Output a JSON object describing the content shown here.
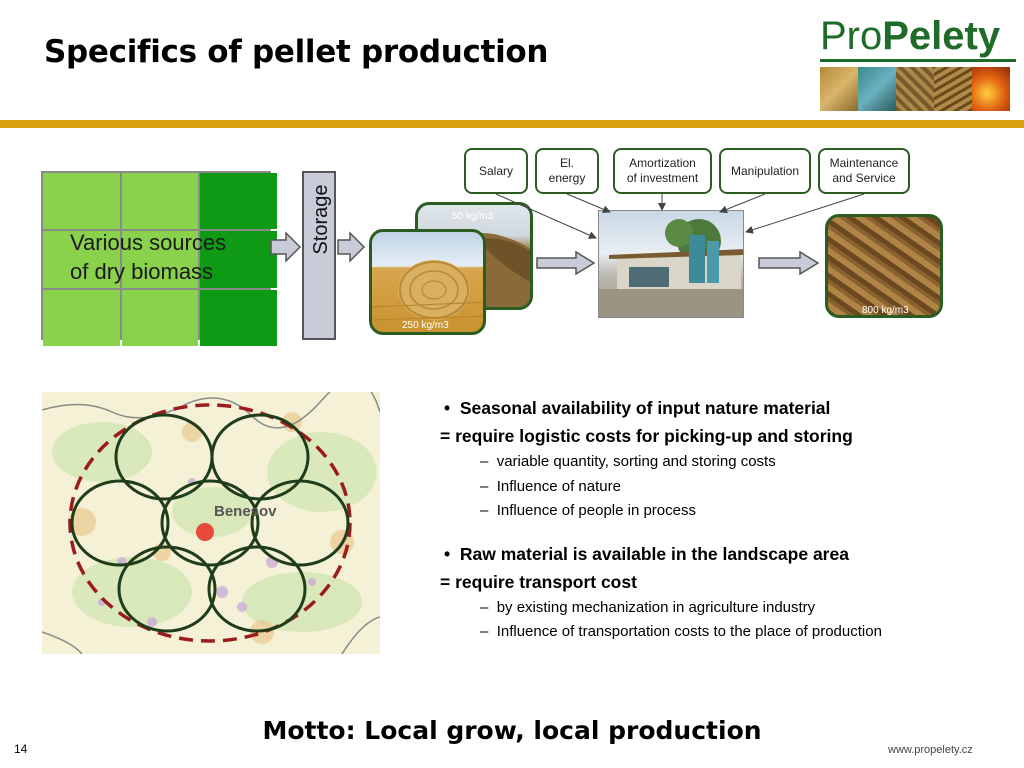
{
  "slide": {
    "title": "Specifics of pellet production",
    "page_number": "14",
    "website": "www.propelety.cz",
    "motto": "Motto: Local grow, local production"
  },
  "logo": {
    "pro": "Pro",
    "pelety": "Pelety",
    "color": "#1f6b2a"
  },
  "colors": {
    "accent_bar": "#d9a20f",
    "grid_light": "#8ad24c",
    "grid_dark": "#0e9a14",
    "photo_border": "#2b5d22",
    "map_ring": "#9b1c1c",
    "map_circle": "#1f3d1a"
  },
  "diagram": {
    "biomass_label_line1": "Various sources",
    "biomass_label_line2": "of dry biomass",
    "storage_label": "Storage",
    "bale_density": "250 kg/m3",
    "chips_density": "50 kg/m3",
    "pellet_density": "800 kg/m3",
    "cost_factors": [
      {
        "line1": "Salary",
        "line2": ""
      },
      {
        "line1": "El.",
        "line2": "energy"
      },
      {
        "line1": "Amortization",
        "line2": "of investment"
      },
      {
        "line1": "Manipulation",
        "line2": ""
      },
      {
        "line1": "Maintenance",
        "line2": "and Service"
      }
    ]
  },
  "map": {
    "town_label": "Benesov"
  },
  "bullets": {
    "b1_title": "Seasonal availability of input nature material",
    "b1_result": "= require logistic costs for picking-up and storing",
    "b1_subs": [
      "variable quantity, sorting and storing costs",
      "Influence of nature",
      "Influence of people in process"
    ],
    "b2_title": "Raw material is available in the  landscape area",
    "b2_result": "=  require transport cost",
    "b2_subs": [
      "by existing mechanization in agriculture industry",
      "Influence of transportation costs to the place of production"
    ],
    "bullet_char": "•",
    "dash_char": "–"
  }
}
